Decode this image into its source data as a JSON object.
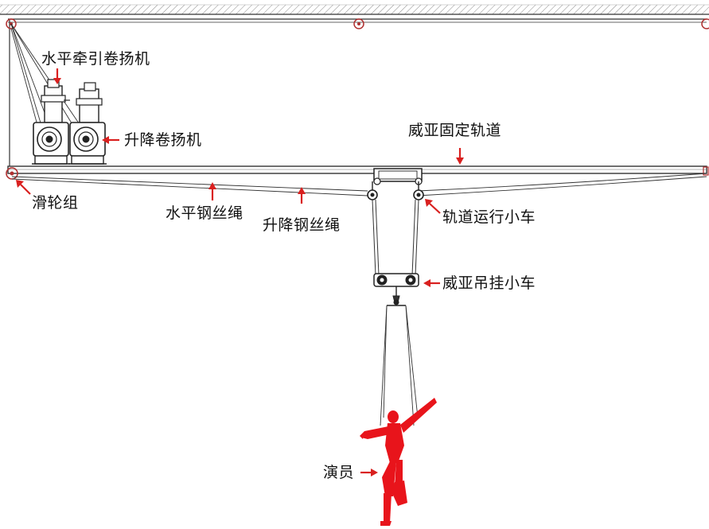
{
  "labels": {
    "winch_horizontal": "水平牵引卷扬机",
    "winch_lift": "升降卷扬机",
    "fixed_track": "威亚固定轨道",
    "pulley_group": "滑轮组",
    "rope_horizontal": "水平钢丝绳",
    "rope_lift": "升降钢丝绳",
    "track_trolley": "轨道运行小车",
    "hanging_trolley": "威亚吊挂小车",
    "performer": "演员"
  },
  "colors": {
    "arrow": "#d9201f",
    "performer": "#e8141b",
    "line": "#222222",
    "hatch": "#888888",
    "pulley": "#c0392b"
  }
}
